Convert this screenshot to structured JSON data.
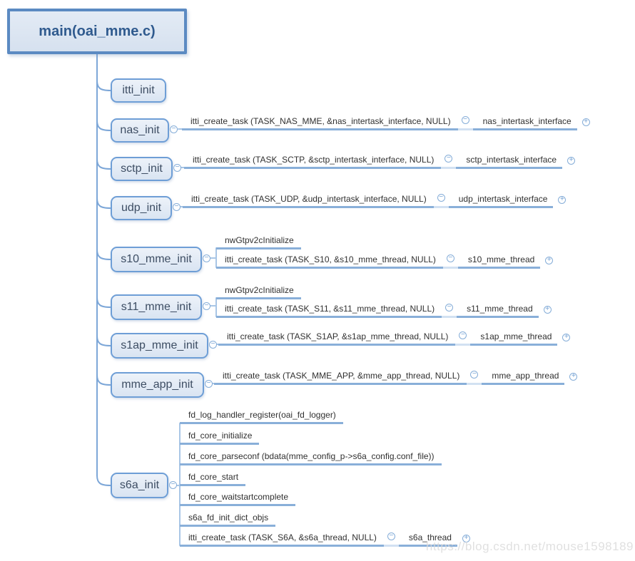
{
  "root": {
    "label": "main(oai_mme.c)"
  },
  "branches": [
    {
      "label": "itti_init",
      "children": []
    },
    {
      "label": "nas_init",
      "children": [
        {
          "text": "itti_create_task (TASK_NAS_MME, &nas_intertask_interface, NULL)",
          "link": "nas_intertask_interface"
        }
      ]
    },
    {
      "label": "sctp_init",
      "children": [
        {
          "text": "itti_create_task (TASK_SCTP, &sctp_intertask_interface, NULL)",
          "link": "sctp_intertask_interface"
        }
      ]
    },
    {
      "label": "udp_init",
      "children": [
        {
          "text": "itti_create_task (TASK_UDP, &udp_intertask_interface, NULL)",
          "link": "udp_intertask_interface"
        }
      ]
    },
    {
      "label": "s10_mme_init",
      "children": [
        {
          "text": "nwGtpv2cInitialize"
        },
        {
          "text": "itti_create_task (TASK_S10, &s10_mme_thread, NULL)",
          "link": "s10_mme_thread"
        }
      ]
    },
    {
      "label": "s11_mme_init",
      "children": [
        {
          "text": "nwGtpv2cInitialize"
        },
        {
          "text": "itti_create_task (TASK_S11, &s11_mme_thread, NULL)",
          "link": "s11_mme_thread"
        }
      ]
    },
    {
      "label": "s1ap_mme_init",
      "children": [
        {
          "text": "itti_create_task (TASK_S1AP, &s1ap_mme_thread, NULL)",
          "link": "s1ap_mme_thread"
        }
      ]
    },
    {
      "label": "mme_app_init",
      "children": [
        {
          "text": "itti_create_task (TASK_MME_APP, &mme_app_thread, NULL)",
          "link": "mme_app_thread"
        }
      ]
    },
    {
      "label": "s6a_init",
      "children": [
        {
          "text": "fd_log_handler_register(oai_fd_logger)"
        },
        {
          "text": "fd_core_initialize"
        },
        {
          "text": "fd_core_parseconf (bdata(mme_config_p->s6a_config.conf_file))"
        },
        {
          "text": "fd_core_start"
        },
        {
          "text": "fd_core_waitstartcomplete"
        },
        {
          "text": "s6a_fd_init_dict_objs"
        },
        {
          "text": "itti_create_task (TASK_S6A, &s6a_thread, NULL)",
          "link": "s6a_thread"
        }
      ]
    }
  ],
  "icons": {
    "collapse": "−",
    "expand": "+"
  },
  "colors": {
    "accent": "#6e9ed6",
    "branch_line": "#89afd9",
    "trunk": "#7da7d8",
    "root_fill": "#d6e1ef",
    "node_fill": "#dde7f3"
  },
  "watermark": "https://blog.csdn.net/mouse1598189"
}
